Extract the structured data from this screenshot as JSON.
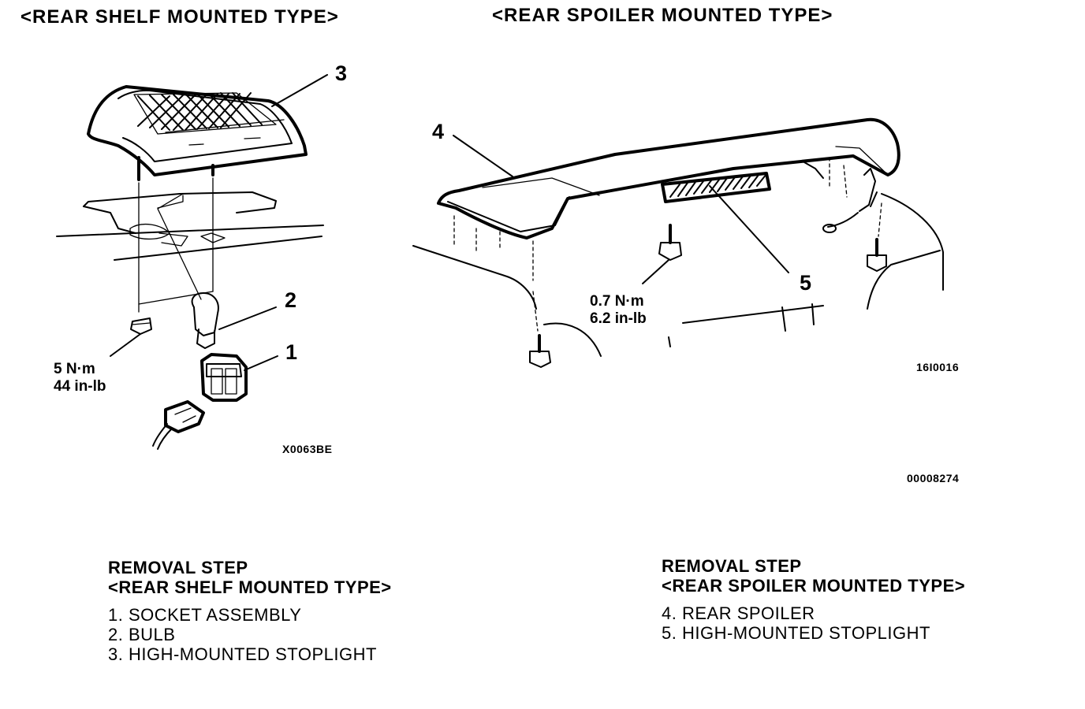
{
  "headers": {
    "left": "<REAR SHELF MOUNTED TYPE>",
    "right": "<REAR SPOILER MOUNTED TYPE>"
  },
  "callouts": {
    "c1": "1",
    "c2": "2",
    "c3": "3",
    "c4": "4",
    "c5": "5"
  },
  "torque_left": {
    "nm": "5 N·m",
    "inlb": "44 in-lb"
  },
  "torque_right": {
    "nm": "0.7 N·m",
    "inlb": "6.2 in-lb"
  },
  "codes": {
    "left_figure": "X0063BE",
    "right_figure": "16I0016",
    "page": "00008274"
  },
  "removal_left": {
    "title": "REMOVAL STEP",
    "subtitle": "<REAR SHELF MOUNTED TYPE>",
    "steps": [
      "1. SOCKET  ASSEMBLY",
      "2. BULB",
      "3. HIGH-MOUNTED STOPLIGHT"
    ]
  },
  "removal_right": {
    "title": "REMOVAL STEP",
    "subtitle": "<REAR SPOILER MOUNTED TYPE>",
    "steps": [
      "4. REAR SPOILER",
      "5. HIGH-MOUNTED STOPLIGHT"
    ]
  }
}
